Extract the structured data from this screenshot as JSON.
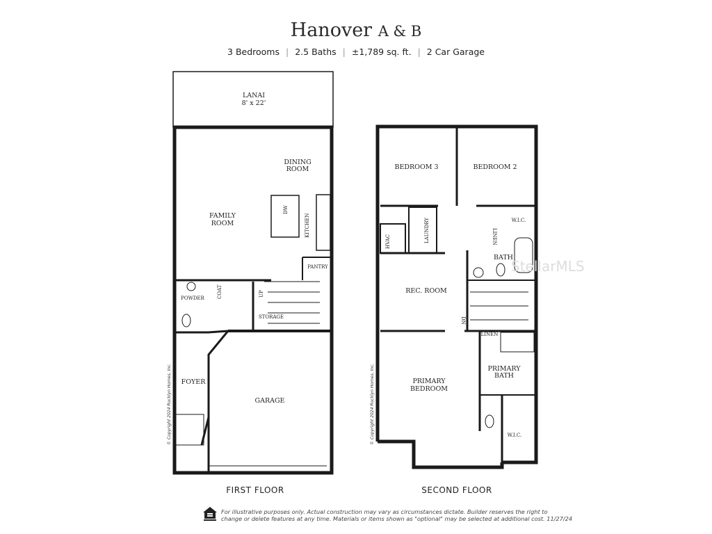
{
  "header": {
    "title": "Hanover",
    "title_suffix": "A & B",
    "specs": [
      "3 Bedrooms",
      "2.5 Baths",
      "±1,789 sq. ft.",
      "2 Car Garage"
    ]
  },
  "first_floor": {
    "label": "FIRST FLOOR",
    "rooms": {
      "lanai": "LANAI",
      "lanai_size": "8' x 22'",
      "dining": "DINING",
      "dining2": "ROOM",
      "family": "FAMILY",
      "family2": "ROOM",
      "kitchen": "KITCHEN",
      "pantry": "PANTRY",
      "powder": "POWDER",
      "coat": "COAT",
      "up": "UP",
      "storage": "STORAGE",
      "foyer": "FOYER",
      "garage": "GARAGE",
      "dw": "DW"
    },
    "copyright": "© Copyright 2024 Rocklyn Homes, Inc."
  },
  "second_floor": {
    "label": "SECOND FLOOR",
    "rooms": {
      "bedroom3": "BEDROOM 3",
      "bedroom2": "BEDROOM 2",
      "laundry": "LAUNDRY",
      "linen": "LINEN",
      "wic": "W.I.C.",
      "hvac": "HVAC",
      "bath": "BATH",
      "rec": "REC. ROOM",
      "dn": "DN",
      "linen2": "LINEN",
      "primary_bath": "PRIMARY",
      "primary_bath2": "BATH",
      "primary_bed": "PRIMARY",
      "primary_bed2": "BEDROOM",
      "wic2": "W.I.C."
    },
    "copyright": "© Copyright 2024 Rocklyn Homes, Inc."
  },
  "watermark": "StellarMLS",
  "footer": {
    "disclaimer_line1": "For illustrative purposes only. Actual construction may vary as circumstances dictate. Builder reserves the right to",
    "disclaimer_line2": "change or delete features at any time. Materials or items shown as \"optional\" may be selected at additional cost.  11/27/24",
    "logo": "equal-housing-opportunity-icon"
  }
}
